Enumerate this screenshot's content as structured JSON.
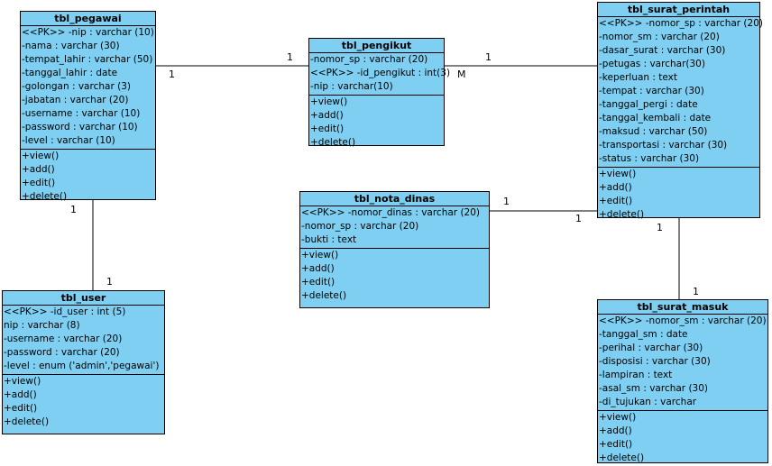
{
  "classes": {
    "pegawai": {
      "name": "tbl_pegawai",
      "attributes": [
        "<<PK>> -nip : varchar (10)",
        "-nama : varchar (30)",
        "-tempat_lahir : varchar (50)",
        "-tanggal_lahir : date",
        "-golongan : varchar (3)",
        "-jabatan : varchar (20)",
        "-username : varchar (10)",
        "-password : varchar (10)",
        "-level : varchar (10)"
      ],
      "operations": [
        "+view()",
        "+add()",
        "+edit()",
        "+delete()"
      ]
    },
    "pengikut": {
      "name": "tbl_pengikut",
      "attributes": [
        "-nomor_sp : varchar (20)",
        "<<PK>> -id_pengikut : int(3)",
        "-nip : varchar(10)"
      ],
      "operations": [
        "+view()",
        "+add()",
        "+edit()",
        "+delete()"
      ]
    },
    "surat_perintah": {
      "name": "tbl_surat_perintah",
      "attributes": [
        "<<PK>> -nomor_sp : varchar (20)",
        "-nomor_sm : varchar (20)",
        "-dasar_surat : varchar (30)",
        "-petugas : varchar(30)",
        "-keperluan : text",
        "-tempat : varchar (30)",
        "-tanggal_pergi : date",
        "-tanggal_kembali : date",
        "-maksud : varchar (50)",
        "-transportasi : varchar (30)",
        "-status : varchar (30)"
      ],
      "operations": [
        "+view()",
        "+add()",
        "+edit()",
        "+delete()"
      ]
    },
    "nota_dinas": {
      "name": "tbl_nota_dinas",
      "attributes": [
        "<<PK>> -nomor_dinas : varchar (20)",
        "-nomor_sp : varchar (20)",
        "-bukti : text"
      ],
      "operations": [
        "+view()",
        "+add()",
        "+edit()",
        "+delete()"
      ]
    },
    "user": {
      "name": "tbl_user",
      "attributes": [
        "<<PK>> -id_user : int (5)",
        " nip : varchar (8)",
        "-username : varchar (20)",
        "-password : varchar (20)",
        "-level : enum ('admin','pegawai')"
      ],
      "operations": [
        "+view()",
        "+add()",
        "+edit()",
        "+delete()"
      ]
    },
    "surat_masuk": {
      "name": "tbl_surat_masuk",
      "attributes": [
        "<<PK>> -nomor_sm : varchar (20)",
        "-tanggal_sm : date",
        "-perihal : varchar (30)",
        "-disposisi : varchar (30)",
        "-lampiran : text",
        "-asal_sm : varchar (30)",
        "-di_tujukan : varchar"
      ],
      "operations": [
        "+view()",
        "+add()",
        "+edit()",
        "+delete()"
      ]
    }
  },
  "relations": [
    {
      "from": "pegawai",
      "to": "pengikut",
      "from_mult": "1",
      "to_mult": "1"
    },
    {
      "from": "pengikut",
      "to": "surat_perintah",
      "from_mult": "M",
      "to_mult": "1"
    },
    {
      "from": "nota_dinas",
      "to": "surat_perintah",
      "from_mult": "1",
      "to_mult": "1"
    },
    {
      "from": "pegawai",
      "to": "user",
      "from_mult": "1",
      "to_mult": "1"
    },
    {
      "from": "surat_perintah",
      "to": "surat_masuk",
      "from_mult": "1",
      "to_mult": "1"
    }
  ],
  "colors": {
    "class_fill": "#7ecff2",
    "border": "#000000"
  }
}
